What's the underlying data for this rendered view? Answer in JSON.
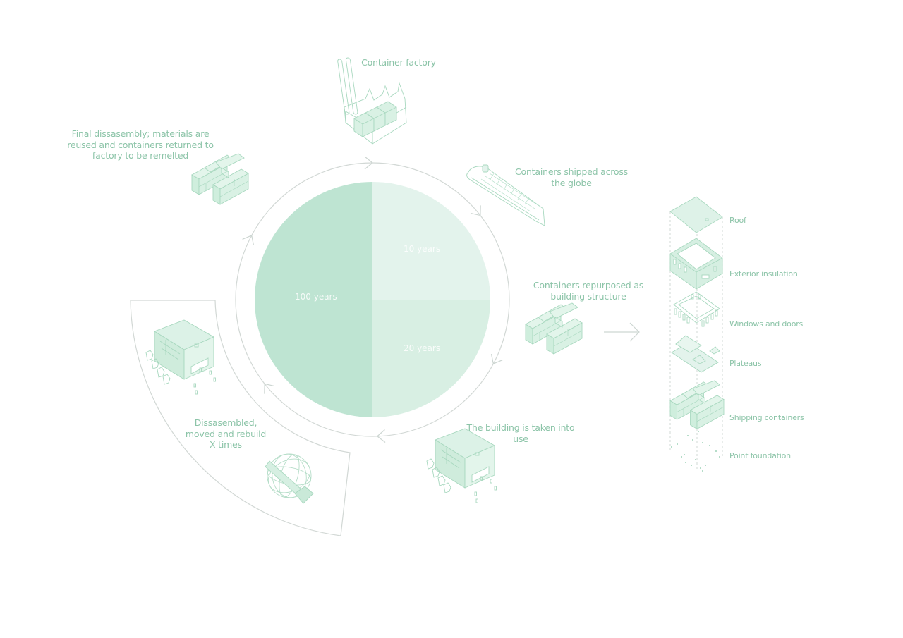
{
  "colors": {
    "accent_text": "#8cc4a8",
    "line_grey": "#cfd6d3",
    "icon_stroke": "#9fd3b8",
    "icon_fill": "#dff3e9",
    "slice_dark": "#bee4d2",
    "slice_mid": "#d8efe3",
    "slice_light": "#e3f3ec"
  },
  "cycle": {
    "stages": [
      {
        "id": "factory",
        "label": "Container factory",
        "icon": "factory-icon"
      },
      {
        "id": "shipping",
        "label": "Containers shipped across\nthe globe",
        "icon": "cargo-ship-icon"
      },
      {
        "id": "repurposed",
        "label": "Containers repurposed as\nbuilding structure",
        "icon": "container-structure-icon"
      },
      {
        "id": "in-use",
        "label": "The building is taken into\nuse",
        "icon": "building-icon"
      },
      {
        "id": "relocated",
        "label": "Dissasembled,\nmoved and rebuild\nX times",
        "icon": "building-icon"
      },
      {
        "id": "final",
        "label": "Final dissasembly; materials are\nreused and containers returned to\nfactory to  be remelted",
        "icon": "container-structure-icon"
      }
    ],
    "relocation_globe_icon": "globe-relocation-icon"
  },
  "chart_data": {
    "type": "pie",
    "title": "",
    "slices": [
      {
        "label": "10 years",
        "value": 25,
        "color": "#e3f3ec"
      },
      {
        "label": "20 years",
        "value": 25,
        "color": "#d8efe3"
      },
      {
        "label": "100 years",
        "value": 50,
        "color": "#bee4d2"
      }
    ],
    "start_angle_deg": 0,
    "direction": "clockwise-from-top",
    "legend": "none"
  },
  "exploded_view": {
    "arrow_icon": "arrow-right-icon",
    "layers": [
      {
        "label": "Roof"
      },
      {
        "label": "Exterior insulation"
      },
      {
        "label": "Windows and doors"
      },
      {
        "label": "Plateaus"
      },
      {
        "label": "Shipping containers"
      },
      {
        "label": "Point foundation"
      }
    ]
  }
}
